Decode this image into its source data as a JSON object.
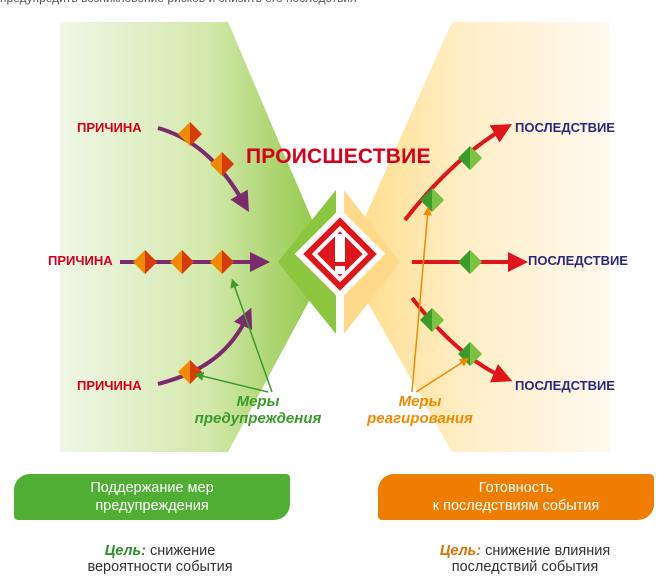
{
  "top_fragment": "предупредить возникновение рисков и снизить его последствия",
  "incident_label": "ПРОИСШЕСТВИЕ",
  "causes": [
    "ПРИЧИНА",
    "ПРИЧИНА",
    "ПРИЧИНА"
  ],
  "consequences": [
    "ПОСЛЕДСТВИЕ",
    "ПОСЛЕДСТВИЕ",
    "ПОСЛЕДСТВИЕ"
  ],
  "measures": {
    "prevention_line1": "Меры",
    "prevention_line2": "предупреждения",
    "response_line1": "Меры",
    "response_line2": "реагирования"
  },
  "boxes": {
    "left_line1": "Поддержание мер",
    "left_line2": "предупреждения",
    "right_line1": "Готовность",
    "right_line2": "к последствиям события"
  },
  "goals": {
    "label": "Цель:",
    "left_text": " снижение",
    "left_line2": "вероятности события",
    "right_text": " снижение влияния",
    "right_line2": "последствий события"
  },
  "colors": {
    "cause_red": "#d6001c",
    "consequence_navy": "#2a2a7a",
    "prevention_green": "#4fae33",
    "response_orange": "#ee7d00",
    "arrow_purple": "#7b2a6e",
    "arrow_red": "#e0151b"
  },
  "icons": [
    "warning-icon",
    "diamond-marker-orange",
    "diamond-marker-green"
  ]
}
